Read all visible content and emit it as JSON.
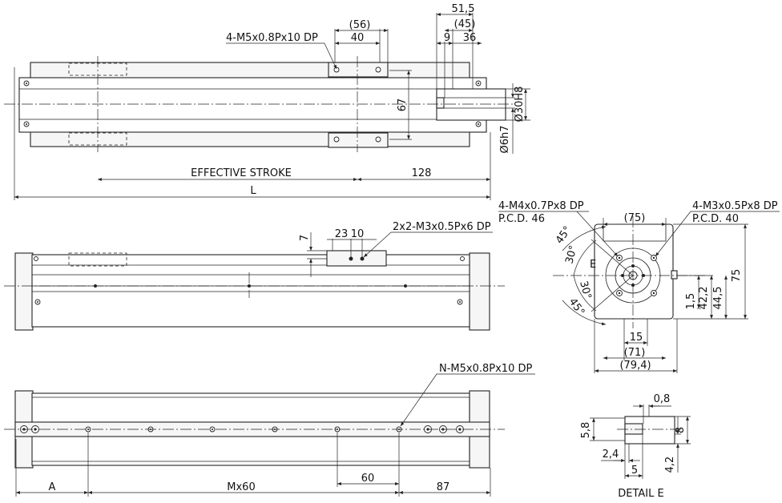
{
  "top_view": {
    "dim_56": "(56)",
    "dim_40": "40",
    "dim_51_5": "51,5",
    "dim_45": "(45)",
    "dim_9": "9",
    "dim_36": "36",
    "note_m5": "4-M5x0.8Px10 DP",
    "dim_67": "67",
    "dim_d30": "Ø30H8",
    "dim_d6": "Ø6h7",
    "label_effective_stroke": "EFFECTIVE STROKE",
    "dim_128": "128",
    "label_L": "L"
  },
  "side_view": {
    "dim_7": "7",
    "dim_23": "23",
    "dim_10": "10",
    "note_m3": "2x2-M3x0.5Px6 DP"
  },
  "bottom_view": {
    "note_n": "N-M5x0.8Px10 DP",
    "label_A": "A",
    "label_Mx60": "Mx60",
    "dim_60": "60",
    "dim_87": "87"
  },
  "end_view": {
    "note_m4": "4-M4x0.7Px8 DP",
    "note_pcd46": "P.C.D. 46",
    "note_m3b": "4-M3x0.5Px8 DP",
    "note_pcd40": "P.C.D. 40",
    "dim_75_top": "(75)",
    "angle_45_upper": "45°",
    "angle_30_upper": "30°",
    "label_E": "E",
    "angle_30_lower": "30°",
    "angle_45_lower": "45°",
    "dim_1_5": "1,5",
    "dim_42_2": "42,2",
    "dim_44_5": "44,5",
    "dim_75_right": "75",
    "dim_15": "15",
    "dim_71": "(71)",
    "dim_79_4": "(79,4)"
  },
  "detail_e": {
    "dim_0_8": "0,8",
    "dim_5_8": "5,8",
    "dim_8": "8",
    "dim_2_4": "2,4",
    "dim_5": "5",
    "dim_4_2": "4,2",
    "title": "DETAIL E"
  }
}
